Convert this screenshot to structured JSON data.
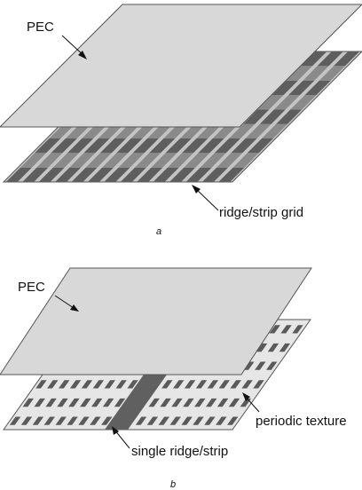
{
  "panel_a": {
    "plate_label": "PEC",
    "grid_label": "ridge/strip grid",
    "caption": "a"
  },
  "panel_b": {
    "plate_label": "PEC",
    "texture_label": "periodic texture",
    "ridge_label": "single ridge/strip",
    "caption": "b"
  },
  "colors": {
    "pec_plate": "#d8d8d8",
    "outline": "#555555",
    "strip_dark": "#606060",
    "strip_light": "#e8e8e8",
    "texture_base": "#e6e6e6",
    "texture_cell": "#5a5a5a",
    "ridge": "#606060"
  }
}
